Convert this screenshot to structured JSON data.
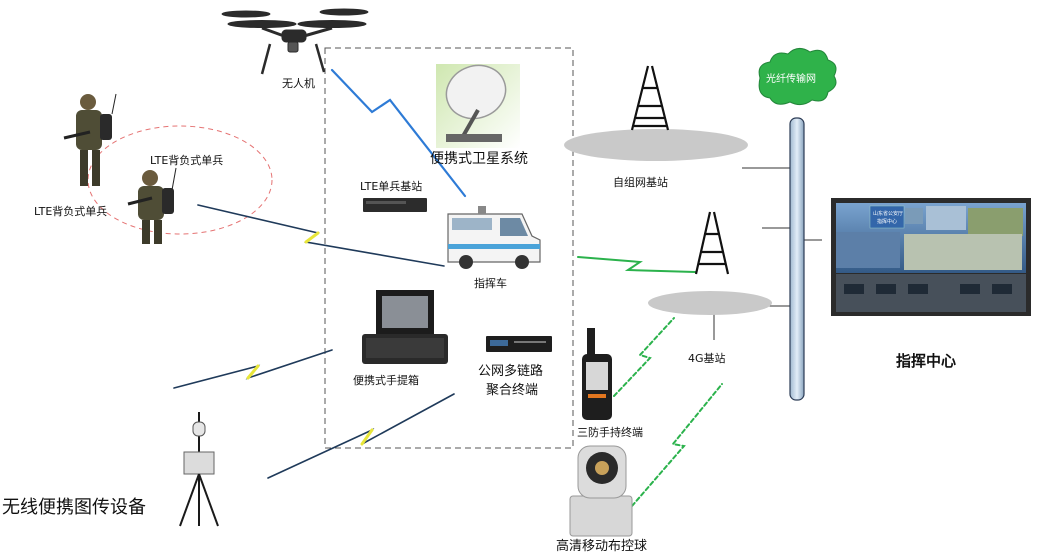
{
  "labels": {
    "drone": "无人机",
    "satellite": "便携式卫星系统",
    "lte_base": "LTE单兵基站",
    "lte_soldier_a": "LTE背负式单兵",
    "lte_soldier_b": "LTE背负式单兵",
    "command_vehicle": "指挥车",
    "portable_case": "便携式手提箱",
    "multilink_line1": "公网多链路",
    "multilink_line2": "聚合终端",
    "mesh_base": "自组网基站",
    "fiber_network": "光纤传输网",
    "base_4g": "4G基站",
    "command_center": "指挥中心",
    "handheld": "三防手持终端",
    "ptz_camera": "高清移动布控球",
    "wireless_device": "无线便携图传设备"
  },
  "center_screen_text": [
    "山东省公安厅",
    "指挥中心"
  ],
  "colors": {
    "link_blue": "#2e7bd6",
    "link_green": "#2bb24c",
    "link_yellow": "#e8e63a",
    "link_dark": "#1f3a5a",
    "cloud": "#2fb24a",
    "fiber": "#b8cde0",
    "halo": "#e53935"
  },
  "icons": [
    "drone-icon",
    "satellite-dish-icon",
    "server-unit-icon",
    "soldier-icon",
    "van-icon",
    "rugged-case-icon",
    "rack-terminal-icon",
    "cell-tower-icon",
    "radio-handset-icon",
    "ptz-dome-camera-icon",
    "tripod-device-icon",
    "video-wall-icon"
  ]
}
